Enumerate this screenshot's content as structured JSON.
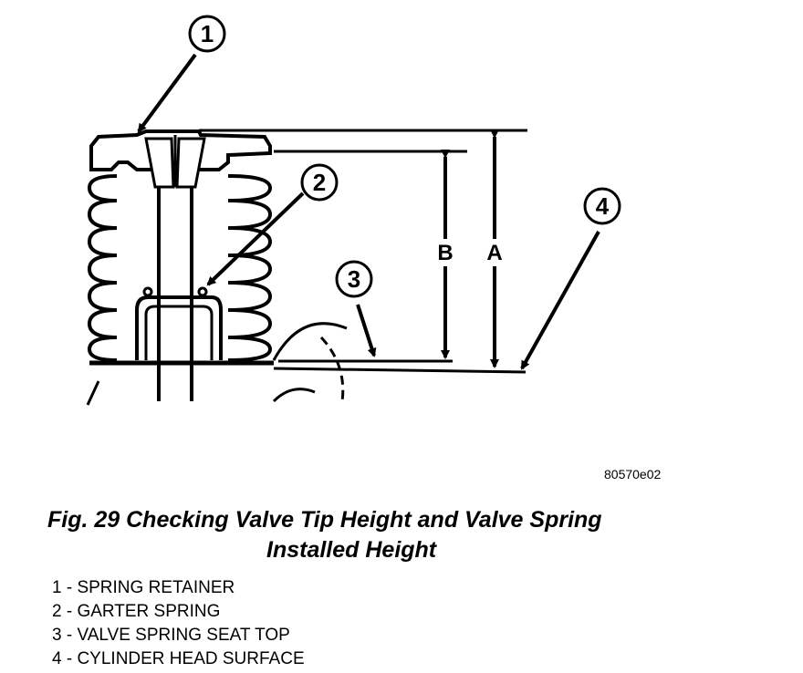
{
  "callouts": [
    {
      "id": "1",
      "label": "1"
    },
    {
      "id": "2",
      "label": "2"
    },
    {
      "id": "3",
      "label": "3"
    },
    {
      "id": "4",
      "label": "4"
    }
  ],
  "dimensions": {
    "a": "A",
    "b": "B"
  },
  "figure_code": "80570e02",
  "caption": {
    "line1": "Fig. 29 Checking Valve Tip Height and Valve Spring",
    "line2": "Installed Height"
  },
  "legend": [
    "1 - SPRING RETAINER",
    "2 - GARTER SPRING",
    "3 - VALVE SPRING SEAT TOP",
    "4 - CYLINDER HEAD SURFACE"
  ]
}
